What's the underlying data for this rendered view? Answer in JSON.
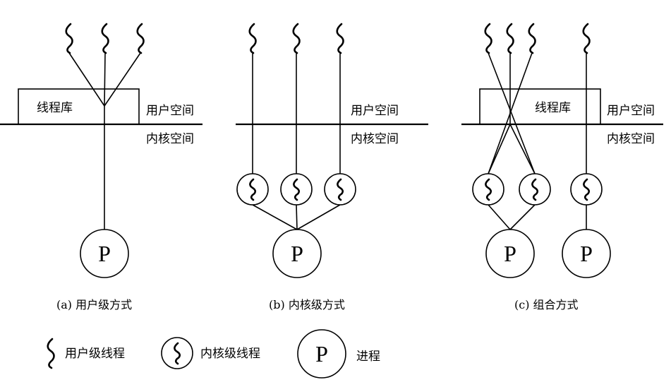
{
  "panels": {
    "a": {
      "library_label": "线程库",
      "user_space_label": "用户空间",
      "kernel_space_label": "内核空间",
      "process_letter": "P",
      "caption": "(a) 用户级方式"
    },
    "b": {
      "user_space_label": "用户空间",
      "kernel_space_label": "内核空间",
      "process_letter": "P",
      "caption": "(b) 内核级方式"
    },
    "c": {
      "library_label": "线程库",
      "user_space_label": "用户空间",
      "kernel_space_label": "内核空间",
      "process_letters": [
        "P",
        "P"
      ],
      "caption": "(c) 组合方式"
    }
  },
  "legend": {
    "user_thread_label": "用户级线程",
    "kernel_thread_label": "内核级线程",
    "process_letter": "P",
    "process_label": "进程"
  },
  "colors": {
    "ink": "#000000",
    "background": "#ffffff"
  },
  "icons": {
    "user_thread": "squiggle-icon",
    "kernel_thread": "circled-squiggle-icon",
    "process": "circle-p-icon"
  }
}
